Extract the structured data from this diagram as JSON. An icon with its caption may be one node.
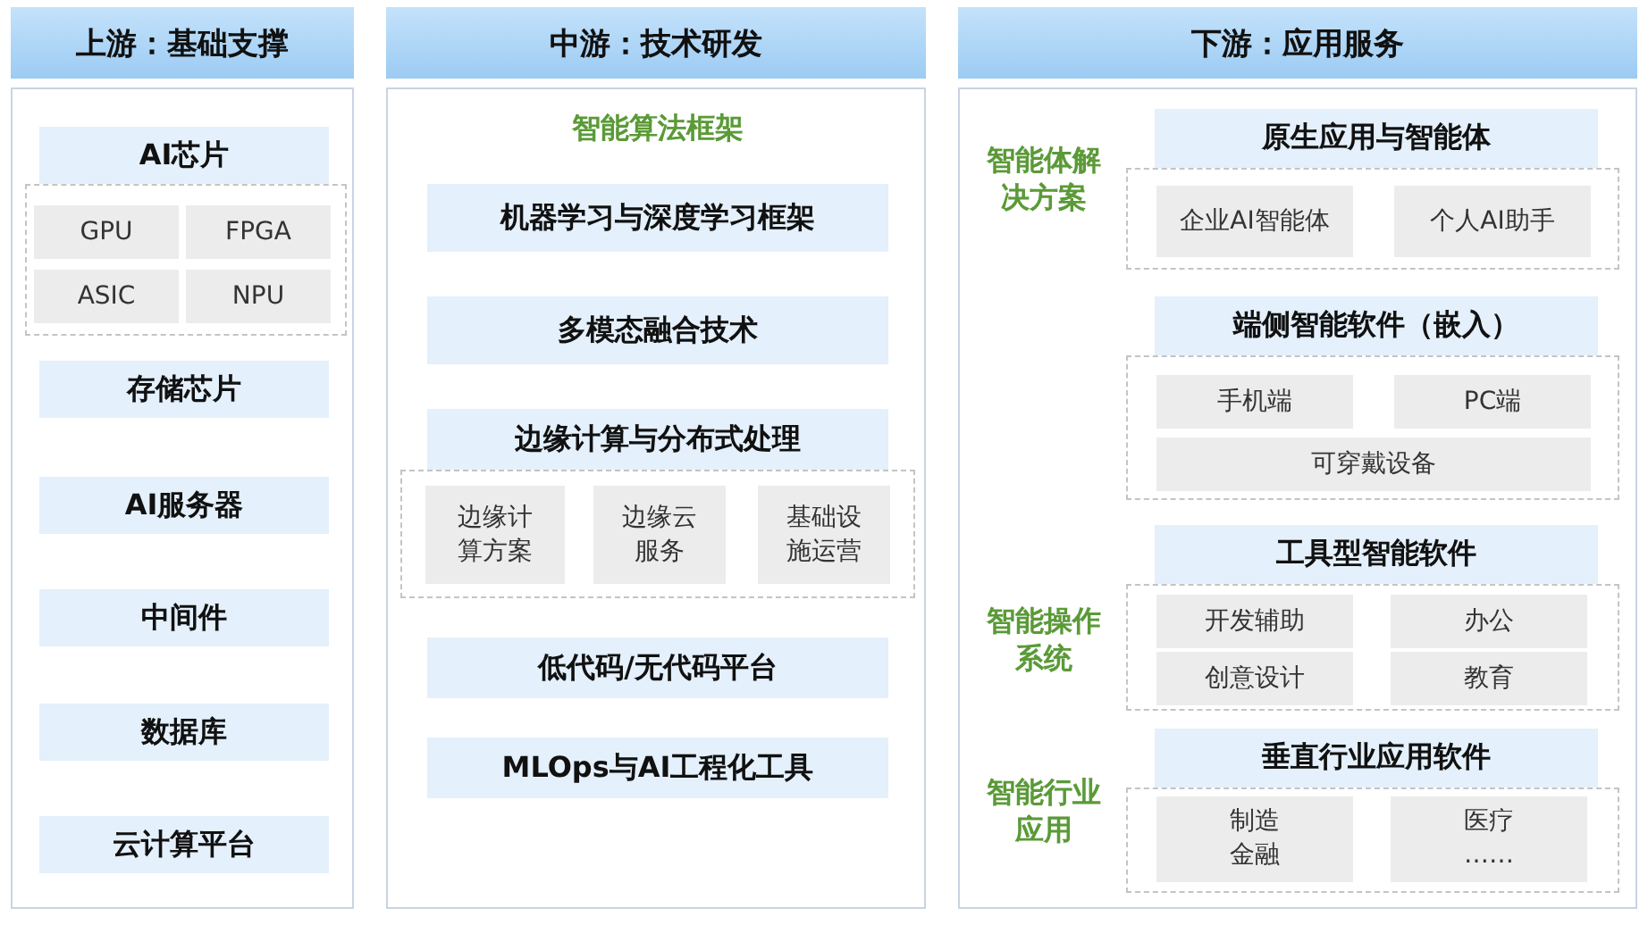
{
  "diagram": {
    "nodes": [
      {
        "text": [
          "上游：基础支撑"
        ]
      },
      {
        "text": [],
        "shape": "box"
      },
      {
        "text": [
          "AI芯片"
        ],
        "in": 1
      },
      {
        "text": [],
        "shape": "box",
        "in": 1
      },
      {
        "text": [
          "GPU"
        ],
        "in": 3
      },
      {
        "text": [
          "FPGA"
        ],
        "in": 3
      },
      {
        "text": [
          "ASIC"
        ],
        "in": 3
      },
      {
        "text": [
          "NPU"
        ],
        "in": 3
      },
      {
        "text": [
          "存储芯片"
        ],
        "in": 1
      },
      {
        "text": [
          "AI服务器"
        ],
        "in": 1
      },
      {
        "text": [
          "中间件"
        ],
        "in": 1
      },
      {
        "text": [
          "数据库"
        ],
        "in": 1
      },
      {
        "text": [
          "云计算平台"
        ],
        "in": 1
      },
      {
        "text": [
          "中游：技术研发"
        ]
      },
      {
        "text": [
          "智能算法框架"
        ]
      },
      {
        "text": [
          "机器学习与深度学习框架"
        ],
        "in": 14
      },
      {
        "text": [
          "多模态融合技术"
        ],
        "in": 14
      },
      {
        "text": [
          "边缘计算与分布式处理"
        ],
        "in": 14
      },
      {
        "text": [],
        "shape": "box",
        "in": 14
      },
      {
        "text": [
          "边缘计算方案"
        ],
        "in": 18
      },
      {
        "text": [
          "边缘云服务"
        ],
        "in": 18
      },
      {
        "text": [
          "基础设施运营"
        ],
        "in": 18
      },
      {
        "text": [
          "低代码/无代码平台"
        ],
        "in": 14
      },
      {
        "text": [
          "MLOps与AI工程化工具"
        ],
        "in": 14
      },
      {
        "text": [
          "下游：应用服务"
        ]
      },
      {
        "text": [
          "智能体解决方案",
          "智能操作系统",
          "智能行业应用"
        ]
      },
      {
        "text": [
          "原生应用与智能体"
        ],
        "in": 25
      },
      {
        "text": [],
        "shape": "box",
        "in": 25
      },
      {
        "text": [
          "企业AI智能体"
        ],
        "in": 27
      },
      {
        "text": [
          "个人AI助手"
        ],
        "in": 27
      },
      {
        "text": [
          "端侧智能软件（嵌入）"
        ],
        "in": 25
      },
      {
        "text": [],
        "shape": "box",
        "in": 25
      },
      {
        "text": [
          "手机端"
        ],
        "in": 31
      },
      {
        "text": [
          "PC端"
        ],
        "in": 31
      },
      {
        "text": [
          "可穿戴设备"
        ],
        "in": 31
      },
      {
        "text": [
          "工具型智能软件"
        ],
        "in": 25
      },
      {
        "text": [],
        "shape": "box",
        "in": 25
      },
      {
        "text": [
          "开发辅助"
        ],
        "in": 36
      },
      {
        "text": [
          "办公"
        ],
        "in": 36
      },
      {
        "text": [
          "创意设计"
        ],
        "in": 36
      },
      {
        "text": [
          "教育"
        ],
        "in": 36
      },
      {
        "text": [
          "垂直行业应用软件"
        ],
        "in": 25
      },
      {
        "text": [],
        "shape": "box",
        "in": 25
      },
      {
        "text": [
          "制造",
          "金融"
        ],
        "in": 42
      },
      {
        "text": [
          "医疗",
          "……"
        ],
        "in": 42
      }
    ]
  }
}
